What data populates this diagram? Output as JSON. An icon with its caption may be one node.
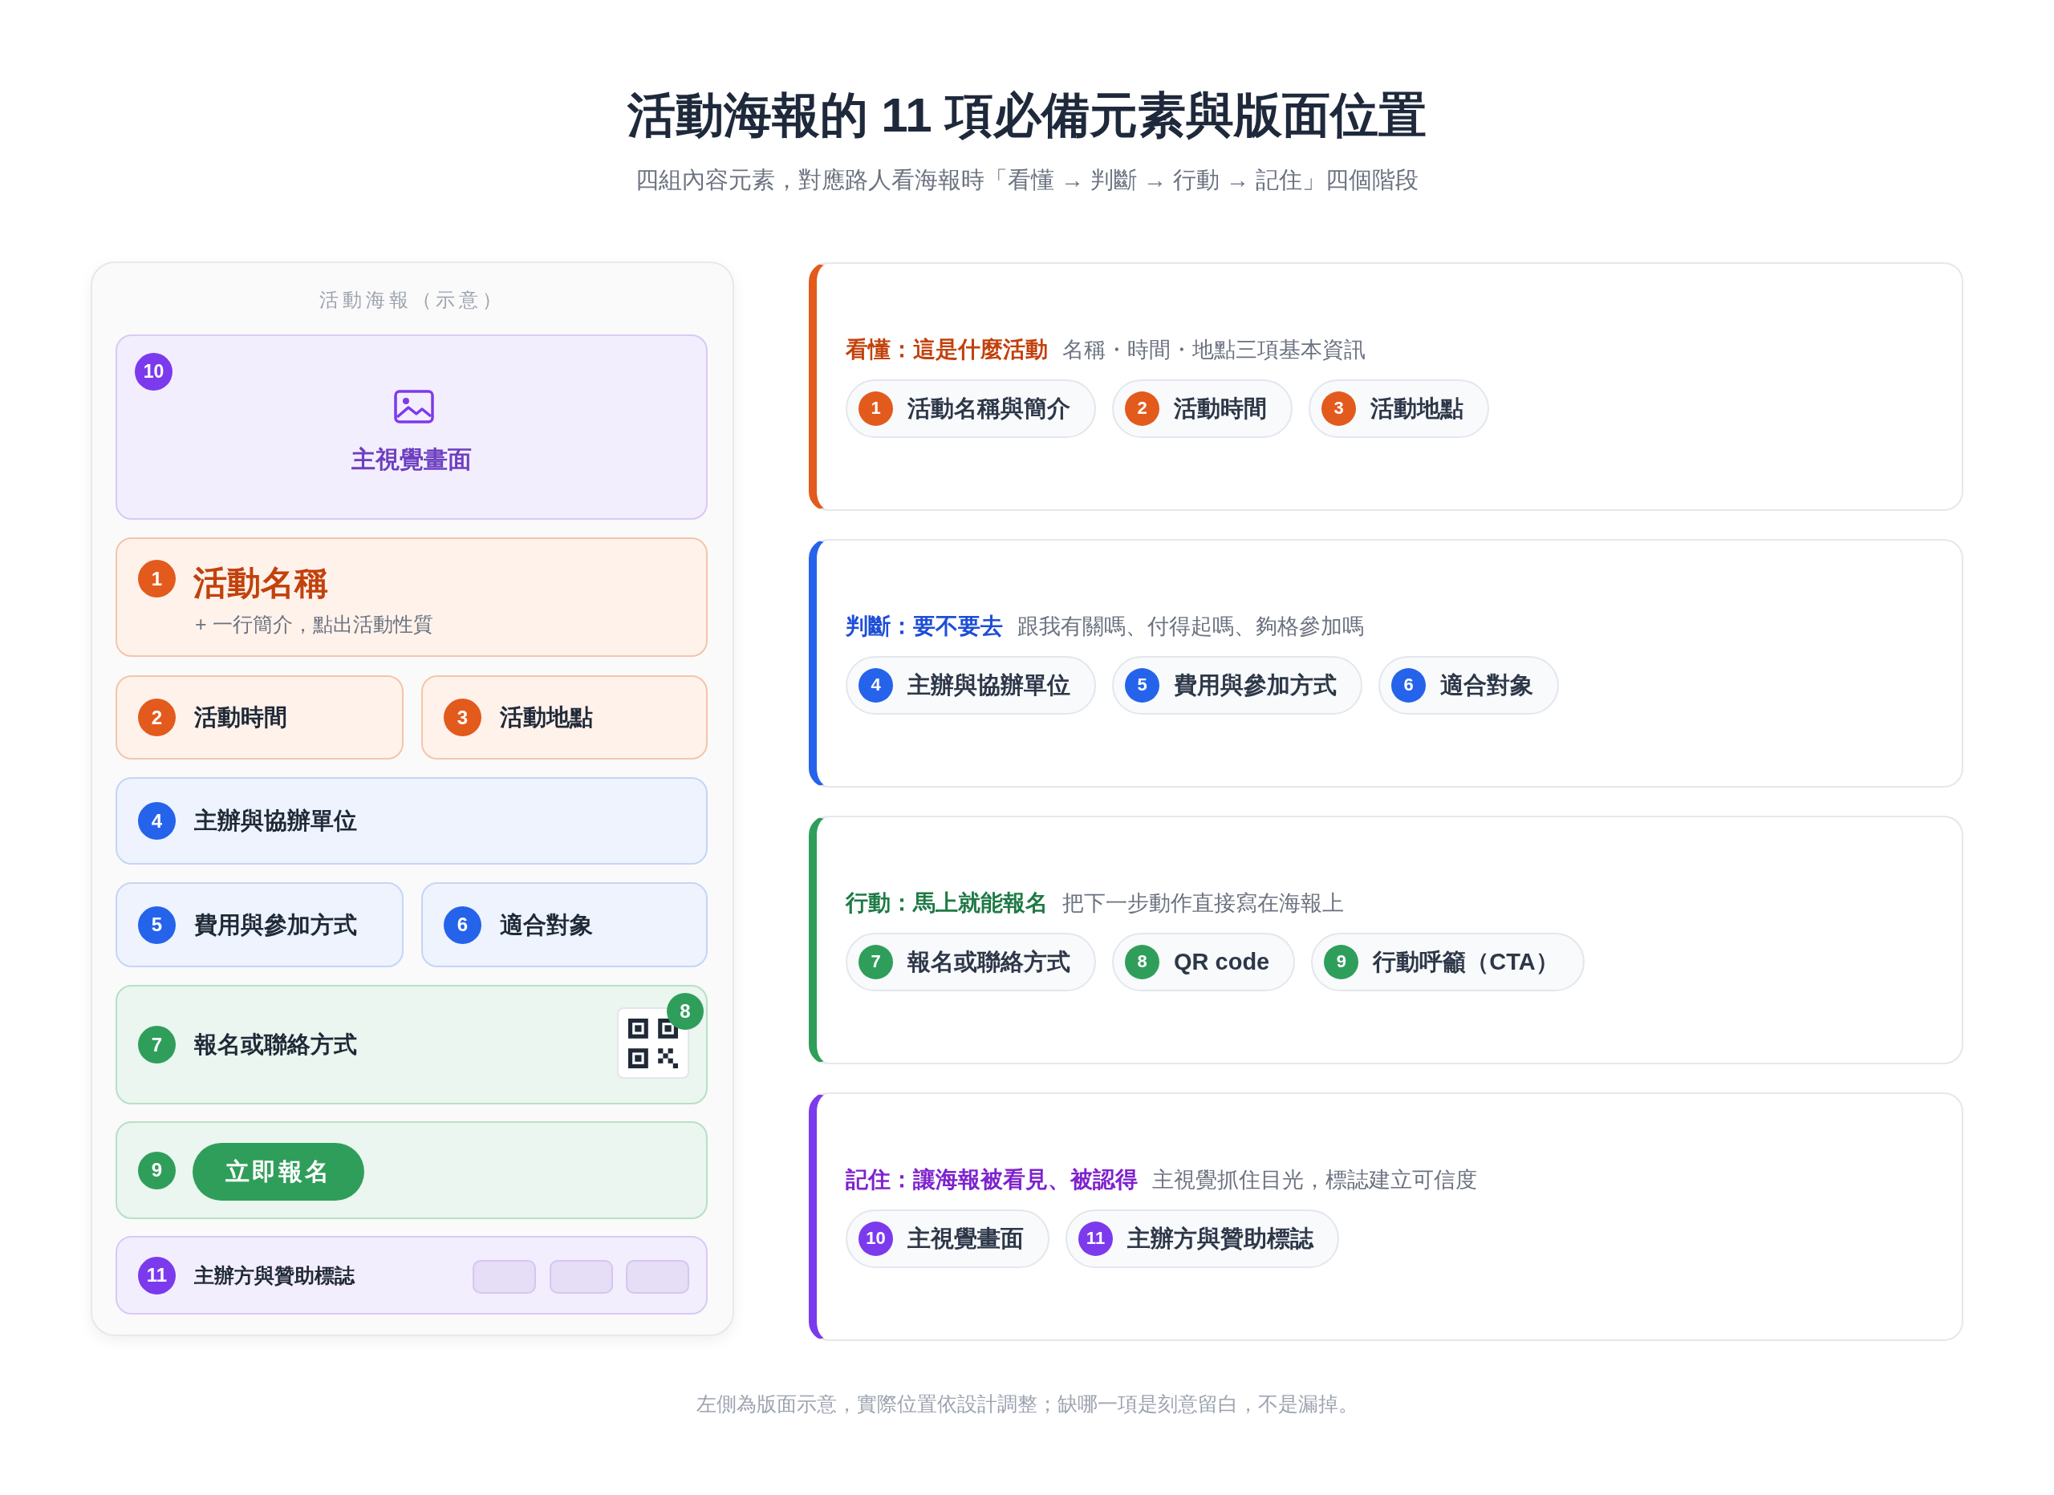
{
  "diagram": {
    "title": "活動海報的 11 項必備元素與版面位置",
    "caption": "左側為版面示意，實際位置依設計調整；缺哪一項是刻意留白，不是漏掉。",
    "nodes": [
      {
        "text": [
          "活動海報（示意）"
        ]
      },
      {
        "text": [
          "10",
          "主視覺畫面"
        ],
        "in": 0
      },
      {
        "text": [
          "1",
          "活動名稱",
          "+ 一行簡介，點出活動性質"
        ],
        "in": 0
      },
      {
        "text": [
          "2",
          "活動時間"
        ],
        "in": 0
      },
      {
        "text": [
          "3",
          "活動地點"
        ],
        "in": 0
      },
      {
        "text": [
          "4",
          "主辦與協辦單位"
        ],
        "in": 0
      },
      {
        "text": [
          "5",
          "費用與參加方式"
        ],
        "in": 0
      },
      {
        "text": [
          "6",
          "適合對象"
        ],
        "in": 0
      },
      {
        "text": [
          "7",
          "報名或聯絡方式"
        ],
        "in": 0
      },
      {
        "text": [
          "8"
        ],
        "in": 8
      },
      {
        "text": [
          "9"
        ],
        "in": 0
      },
      {
        "text": [
          "立即報名"
        ],
        "in": 10
      },
      {
        "text": [
          "11",
          "主辦方與贊助標誌"
        ],
        "in": 0
      },
      {
        "text": [],
        "shape": "box",
        "in": 12
      },
      {
        "text": [],
        "shape": "box",
        "in": 12
      },
      {
        "text": [],
        "shape": "box",
        "in": 12
      },
      {
        "text": [
          "看懂：這是什麼活動",
          "名稱・時間・地點三項基本資訊"
        ]
      },
      {
        "text": [
          "1",
          "活動名稱與簡介"
        ],
        "in": 16
      },
      {
        "text": [
          "2",
          "活動時間"
        ],
        "in": 16
      },
      {
        "text": [
          "3",
          "活動地點"
        ],
        "in": 16
      },
      {
        "text": [
          "判斷：要不要去",
          "跟我有關嗎、付得起嗎、夠格參加嗎"
        ]
      },
      {
        "text": [
          "4",
          "主辦與協辦單位"
        ],
        "in": 20
      },
      {
        "text": [
          "5",
          "費用與參加方式"
        ],
        "in": 20
      },
      {
        "text": [
          "6",
          "適合對象"
        ],
        "in": 20
      },
      {
        "text": [
          "行動：馬上就能報名",
          "把下一步動作直接寫在海報上"
        ]
      },
      {
        "text": [
          "7",
          "報名或聯絡方式"
        ],
        "in": 24
      },
      {
        "text": [
          "8",
          "QR code"
        ],
        "in": 24
      },
      {
        "text": [
          "9",
          "行動呼籲（CTA）"
        ],
        "in": 24
      },
      {
        "text": [
          "記住：讓海報被看見、被認得",
          "主視覺抓住目光，標誌建立可信度"
        ]
      },
      {
        "text": [
          "10",
          "主視覺畫面"
        ],
        "in": 28
      },
      {
        "text": [
          "11",
          "主辦方與贊助標誌"
        ],
        "in": 28
      }
    ],
    "labels": [
      "四組內容元素，對應路人看海報時「看懂 → 判斷 → 行動 → 記住」四個階段"
    ]
  }
}
